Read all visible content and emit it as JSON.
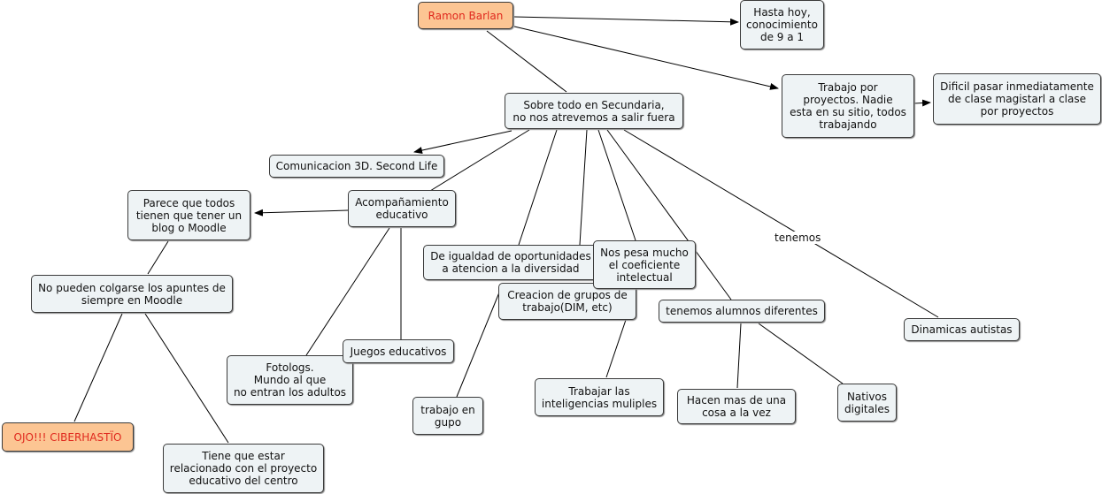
{
  "map": {
    "root": "Ramon Barlan",
    "hasta_hoy": "Hasta hoy,\nconocimiento\nde 9 a 1",
    "trabajo_proyectos": "Trabajo por\nproyectos. Nadie\nesta en su sitio, todos\ntrabajando",
    "dificil": "Dificil pasar inmediatamente\nde clase magistarl a clase\npor proyectos",
    "secundaria": "Sobre todo en Secundaria,\nno nos atrevemos a salir fuera",
    "comunicacion": "Comunicacion 3D. Second Life",
    "acompanamiento": "Acompañamiento\neducativo",
    "blog_moodle": "Parece que todos\ntienen que tener un\nblog o Moodle",
    "apuntes": "No pueden colgarse los apuntes de\nsiempre en Moodle",
    "ciberhastio": "OJO!!! CIBERHASTÏO",
    "proyecto_educativo": "Tiene que estar\nrelacionado con el proyecto\neducativo del centro",
    "fotologs": "Fotologs.\nMundo al que\nno entran los adultos",
    "juegos": "Juegos educativos",
    "igualdad": "De igualdad de oportunidades\na atencion a la diversidad",
    "grupos": "Creacion de grupos de\ntrabajo(DIM, etc)",
    "coeficiente": "Nos pesa mucho\nel coeficiente\nintelectual",
    "trabajo_grupo": "trabajo en\ngupo",
    "inteligencias": "Trabajar las\ninteligencias muliples",
    "alumnos": "tenemos alumnos diferentes",
    "hacen_mas": "Hacen mas de una\ncosa a la vez",
    "nativos": "Nativos\ndigitales",
    "dinamicas": "Dinamicas autistas",
    "link_tenemos": "tenemos"
  },
  "colors": {
    "node_fill": "#eef3f5",
    "root_fill": "#fcc593",
    "root_text": "#e0291e",
    "line": "#000000"
  }
}
